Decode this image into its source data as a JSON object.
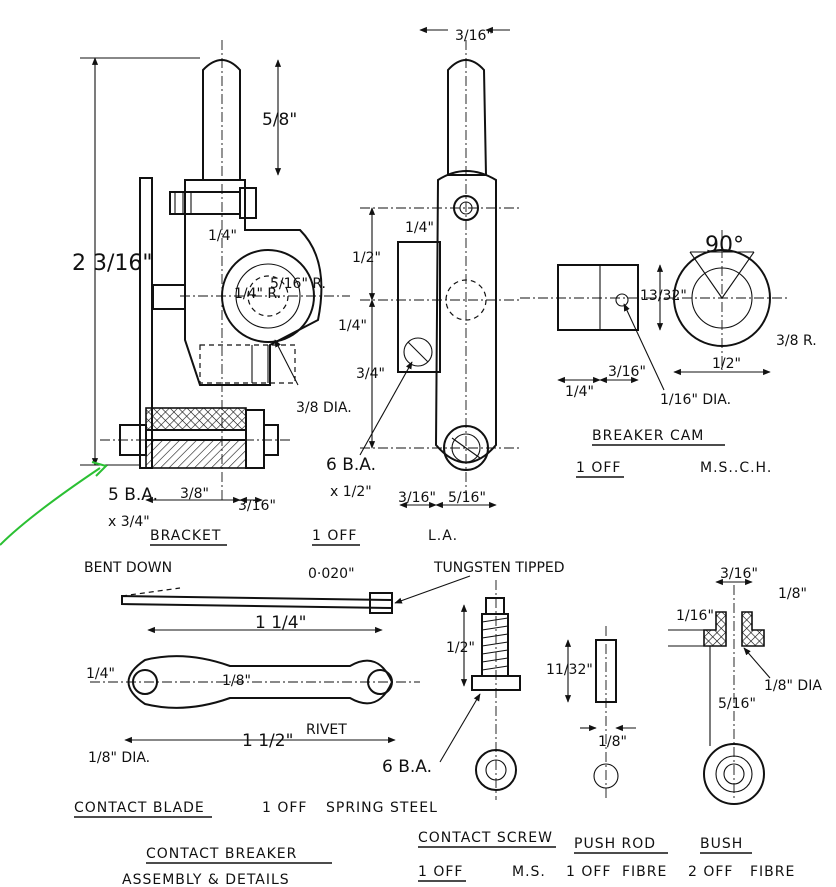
{
  "labels": {
    "bracket": {
      "name": "BRACKET",
      "qty": "1 OFF",
      "material": "L.A."
    },
    "cam": {
      "name": "BREAKER CAM",
      "qty": "1 OFF",
      "material": "M.S..C.H."
    },
    "blade": {
      "name": "CONTACT BLADE",
      "qty": "1 OFF",
      "material": "SPRING STEEL"
    },
    "screw": {
      "name": "CONTACT SCREW",
      "qty": "1 OFF",
      "material": "M.S."
    },
    "pushrod": {
      "name": "PUSH ROD",
      "qty": "1 OFF",
      "material": "FIBRE"
    },
    "bush": {
      "name": "BUSH",
      "qty": "2 OFF",
      "material": "FIBRE"
    },
    "title_line1": "CONTACT BREAKER",
    "title_line2": "ASSEMBLY & DETAILS"
  },
  "notes": {
    "bent_down": "BENT DOWN",
    "tungsten": "TUNGSTEN TIPPED",
    "rivet": "RIVET",
    "gap": "0·020\"",
    "ba6_half": "6 B.A.",
    "ba6_half_len": "x 1/2\"",
    "ba5": "5 B.A.",
    "ba5_len": "x 3/4\"",
    "ba6_screw": "6 B.A.",
    "angle": "90°"
  },
  "dims": {
    "d_3_16_top": "3/16\"",
    "d_5_8": "5/8\"",
    "d_2_3_16": "2 3/16\"",
    "d_1_4_a": "1/4\"",
    "d_1_4_r": "1/4\" R.",
    "d_5_16_r": "5/16\" R.",
    "d_1_2_a": "1/2\"",
    "d_1_4_b": "1/4\"",
    "d_1_4_c": "1/4\"",
    "d_3_4": "3/4\"",
    "d_3_8_dia": "3/8 DIA.",
    "d_3_8": "3/8\"",
    "d_3_16_b": "3/16\"",
    "d_3_16_c": "3/16\"",
    "d_5_16_b": "5/16\"",
    "d_13_32": "13/32\"",
    "d_3_8_r": "3/8 R.",
    "d_1_4_cam": "1/4\"",
    "d_3_16_cam": "3/16\"",
    "d_1_2_cam": "1/2\"",
    "d_1_16_dia": "1/16\" DIA.",
    "d_1_4_blade": "1 1/4\"",
    "d_1_4_w": "1/4\"",
    "d_1_8_w": "1/8\"",
    "d_1_8_dia": "1/8\" DIA.",
    "d_1_1_2": "1 1/2\"",
    "d_1_2_screw": "1/2\"",
    "d_11_32": "11/32\"",
    "d_1_8_rod": "1/8\"",
    "d_3_16_bush": "3/16\"",
    "d_1_8_bush": "1/8\"",
    "d_1_16_bush": "1/16\"",
    "d_1_8_dia_bush": "1/8\" DIA",
    "d_5_16_bush": "5/16\""
  }
}
